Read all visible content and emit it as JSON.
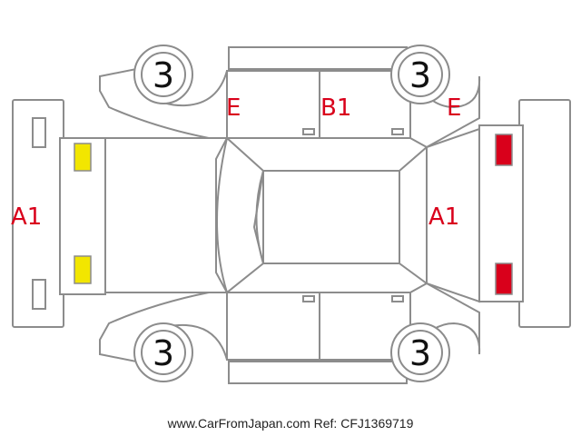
{
  "wheels": [
    "3",
    "3",
    "3",
    "3"
  ],
  "codes": {
    "front": "A1",
    "rear": "A1",
    "b_pillar": "B1",
    "left_fender_top": "E",
    "right_fender_top": "E"
  },
  "colors": {
    "damage_mark": "#d9001b",
    "light_mark": "#f2e600",
    "outline": "#8c8c8c"
  },
  "footer": "www.CarFromJapan.com Ref: CFJ1369719"
}
